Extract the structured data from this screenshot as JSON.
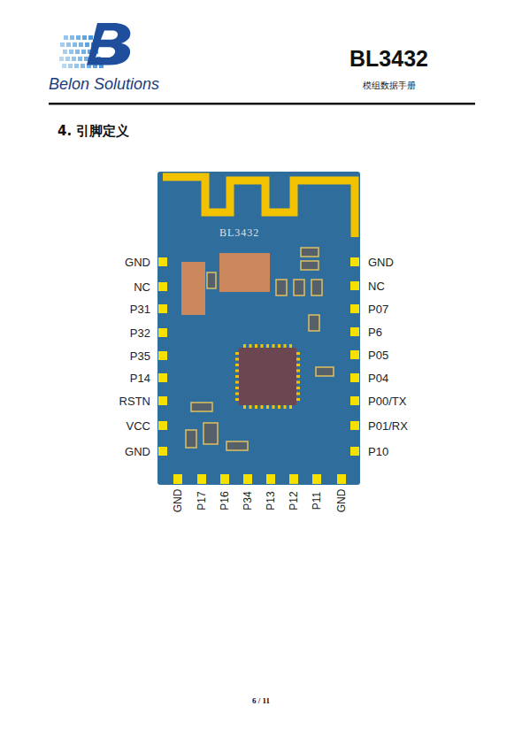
{
  "diagram": {
    "title": "4. 引脚定义",
    "nodes": [
      {
        "text": [
          "BL3432"
        ]
      }
    ],
    "labels": [
      "Belon Solutions",
      "BL3432",
      "模组数据手册",
      "GND",
      "NC",
      "P31",
      "P32",
      "P35",
      "P14",
      "RSTN",
      "VCC",
      "GND",
      "GND",
      "NC",
      "P07",
      "P6",
      "P05",
      "P04",
      "P00/TX",
      "P01/RX",
      "P10",
      "GND",
      "P17",
      "P16",
      "P34",
      "P13",
      "P12",
      "P11",
      "GND",
      "6 / 11"
    ]
  }
}
